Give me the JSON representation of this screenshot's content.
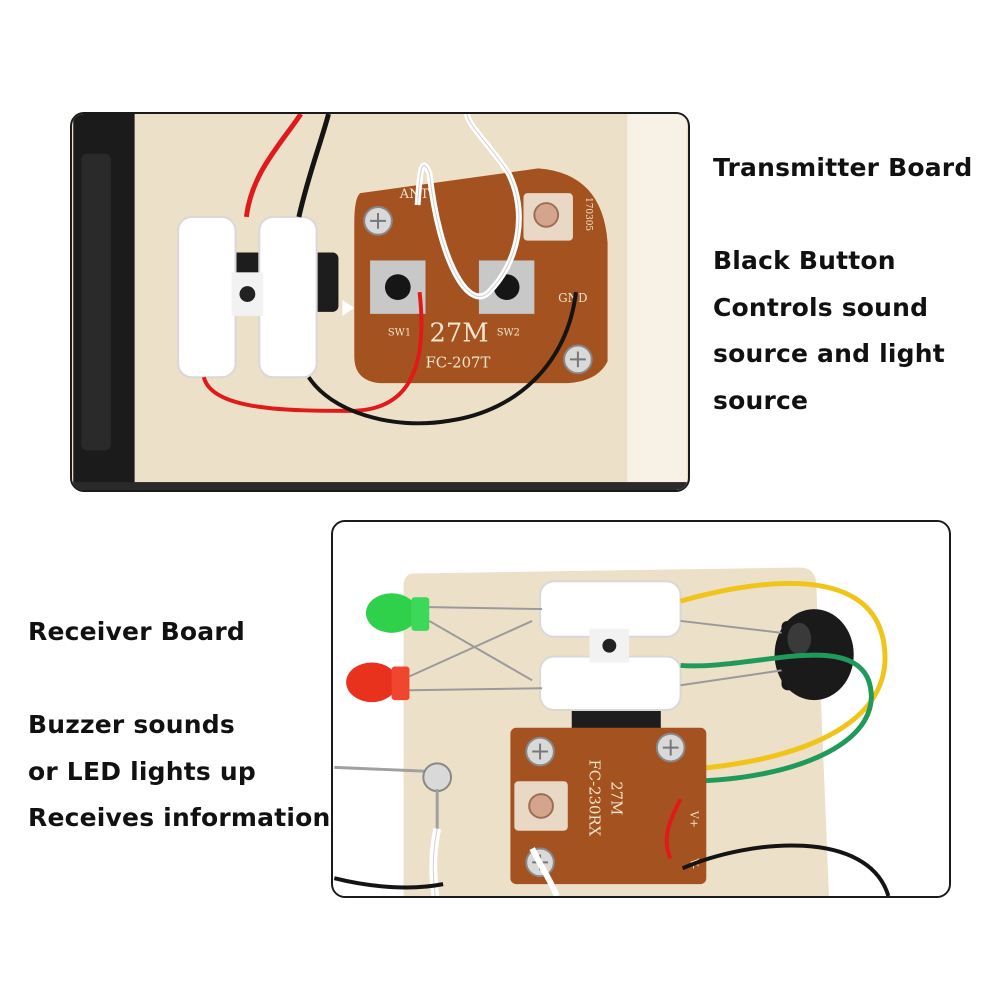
{
  "transmitter": {
    "title": "Transmitter Board",
    "desc_lines": [
      "Black Button",
      "Controls sound",
      "source and light",
      "source"
    ],
    "pcb": {
      "model": "27M",
      "part": "FC-207T",
      "ant_label": "ANT",
      "sw1_label": "SW1",
      "sw2_label": "SW2",
      "gnd_label": "GND",
      "pot_code": "170305"
    }
  },
  "receiver": {
    "title": "Receiver Board",
    "desc_lines": [
      "Buzzer sounds",
      "or LED lights up",
      "Receives information"
    ],
    "pcb": {
      "part": "FC-230RX",
      "model": "27M",
      "vplus_label": "V+",
      "vminus_label": "V-"
    }
  },
  "colors": {
    "pcb": "#a4521f",
    "wood": "#ede0c8",
    "wire_red": "#e01a1a",
    "wire_black": "#141414",
    "wire_yellow": "#f0c419",
    "wire_green": "#1f9a5a",
    "led_green": "#2fd04a",
    "led_red": "#e8321e"
  }
}
